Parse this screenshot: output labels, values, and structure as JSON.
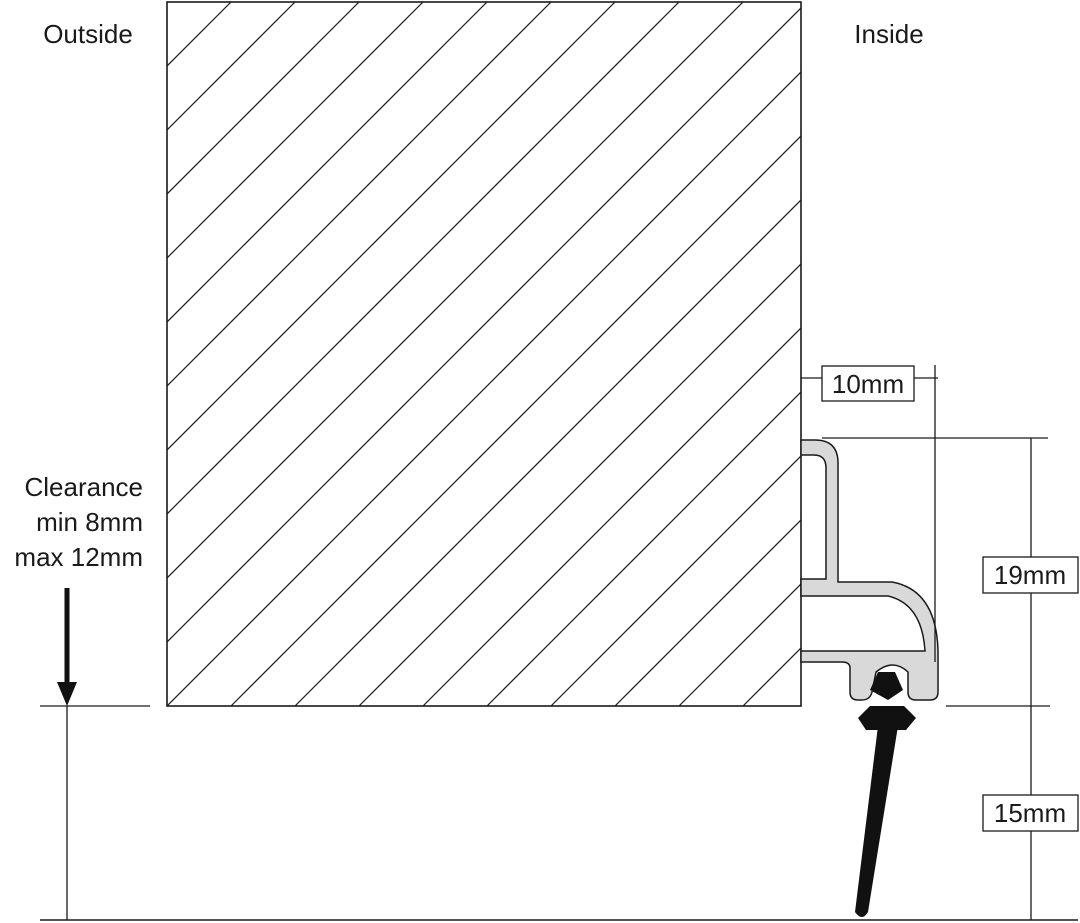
{
  "labels": {
    "outside": "Outside",
    "inside": "Inside",
    "clearance_1": "Clearance",
    "clearance_2": "min 8mm",
    "clearance_3": "max 12mm"
  },
  "dimensions": {
    "width": "10mm",
    "profile_height": "19mm",
    "brush_height": "15mm"
  },
  "colors": {
    "line": "#1a1a1a",
    "profile_fill": "#d9d9d9",
    "brush_fill": "#111111",
    "background": "#ffffff"
  }
}
